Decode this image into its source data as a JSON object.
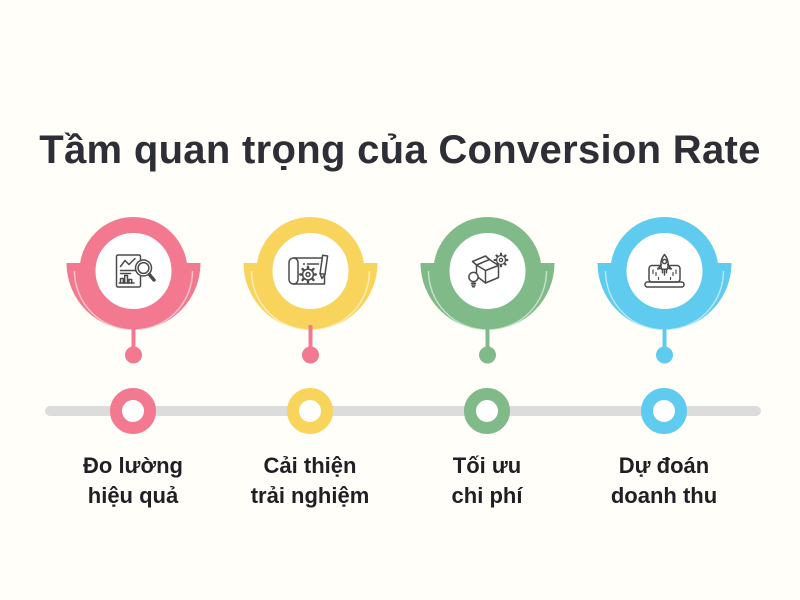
{
  "page": {
    "background": "#FFFEF9"
  },
  "title": {
    "text": "Tầm quan trọng của Conversion Rate",
    "color": "#2E2E36"
  },
  "timeline": {
    "bar_color": "#DCDCDC"
  },
  "label_color": "#1F1F24",
  "items": [
    {
      "label_line1": "Đo lường",
      "label_line2": "hiệu quả",
      "color": "#F2798F",
      "stem_color": "#F2798F",
      "icon": "chart-magnifier-icon"
    },
    {
      "label_line1": "Cải thiện",
      "label_line2": "trải nghiệm",
      "color": "#F8D45C",
      "stem_color": "#F2798F",
      "icon": "blueprint-gear-pencil-icon"
    },
    {
      "label_line1": "Tối ưu",
      "label_line2": "chi phí",
      "color": "#7FBA88",
      "stem_color": "#7FBA88",
      "icon": "box-gear-bulb-icon"
    },
    {
      "label_line1": "Dự đoán",
      "label_line2": "doanh thu",
      "color": "#5FCBEF",
      "stem_color": "#5FCBEF",
      "icon": "laptop-rocket-icon"
    }
  ]
}
